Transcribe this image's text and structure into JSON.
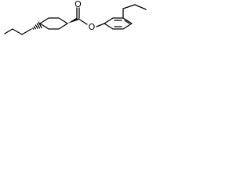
{
  "molecule": {
    "atoms": {
      "carbonyl_oxygen": "O",
      "ester_oxygen": "O"
    },
    "stereo": {
      "propyl_attachment": "hashed-wedge",
      "carbonyl_attachment": "bold-wedge"
    }
  }
}
